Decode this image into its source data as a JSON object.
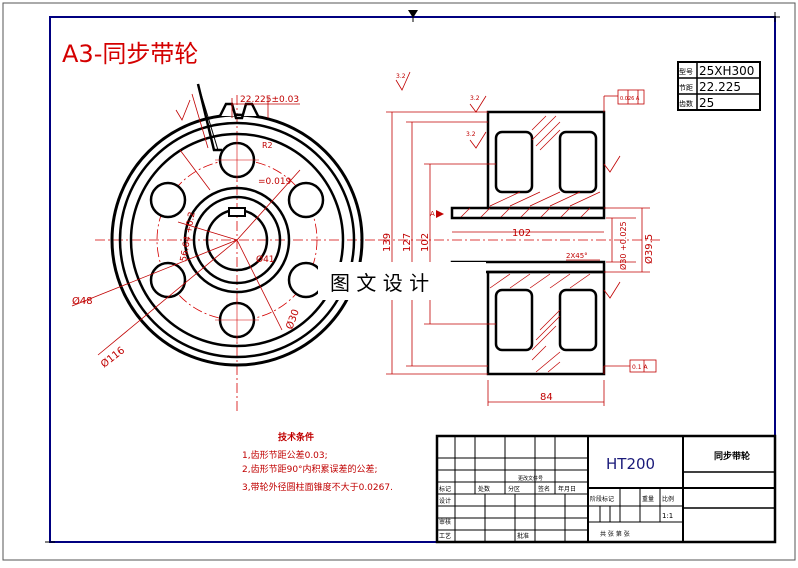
{
  "sheet": {
    "title": "A3-同步带轮",
    "watermark": "图 文 设 计"
  },
  "colors": {
    "frame": "#000080",
    "outline": "#000000",
    "dimension": "#c00000",
    "centerline": "#d40000",
    "hatch": "#c00000",
    "paper": "#ffffff"
  },
  "front_view": {
    "dims": {
      "pitch": "22.225±0.03",
      "keyway_sym": "=0.019",
      "key_dim": "56.64 +0.2",
      "bore": "Ø41",
      "hole": "Ø30",
      "pcd": "Ø48",
      "outer": "Ø116",
      "r2": "R2"
    }
  },
  "section_view": {
    "dims": {
      "d139": "139",
      "d127": "127",
      "d102v": "102",
      "d102h": "102",
      "bore_tol": "Ø30 +0.025",
      "d395": "Ø39.5",
      "chamfer": "2X45°",
      "width": "84",
      "r_top": "3.2",
      "r_mid": "3.2",
      "r_low": "3.2",
      "runout": "0.026 A",
      "runout_bot": "0.1 A",
      "datum": "A"
    }
  },
  "param_table": {
    "rows": [
      {
        "label": "型号",
        "value": "25XH300"
      },
      {
        "label": "节距",
        "value": "22.225"
      },
      {
        "label": "齿数",
        "value": "25"
      }
    ]
  },
  "tech_notes": {
    "heading": "技术条件",
    "lines": [
      "1,齿形节距公差0.03;",
      "2,齿形节距90°内积累误差的公差;",
      "3,带轮外径圆柱面锥度不大于0.0267."
    ]
  },
  "title_block": {
    "material": "HT200",
    "part_name": "同步带轮",
    "scale_label": "比例",
    "scale_value": "1:1",
    "labels": [
      "标记",
      "处数",
      "分区",
      "更改文件号",
      "签名",
      "年月日",
      "设计",
      "审核",
      "工艺",
      "批准",
      "阶段标记",
      "重量",
      "比例",
      "共 张 第 张"
    ]
  }
}
